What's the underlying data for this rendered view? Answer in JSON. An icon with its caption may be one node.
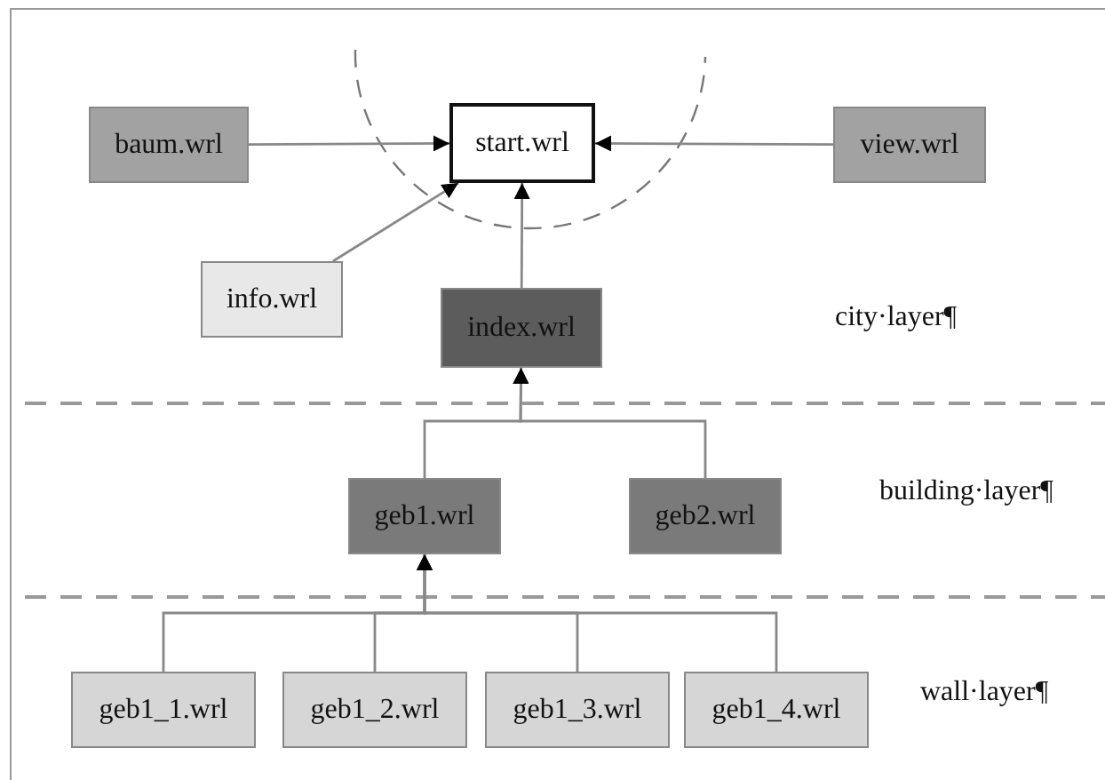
{
  "diagram": {
    "nodes": [
      {
        "text": [
          "baum.wrl"
        ]
      },
      {
        "text": [
          "start.wrl"
        ]
      },
      {
        "text": [
          "view.wrl"
        ]
      },
      {
        "text": [
          "info.wrl"
        ]
      },
      {
        "text": [
          "index.wrl"
        ]
      },
      {
        "text": [
          "geb1.wrl"
        ]
      },
      {
        "text": [
          "geb2.wrl"
        ]
      },
      {
        "text": [
          "geb1_1.wrl"
        ]
      },
      {
        "text": [
          "geb1_2.wrl"
        ]
      },
      {
        "text": [
          "geb1_3.wrl"
        ]
      },
      {
        "text": [
          "geb1_4.wrl"
        ]
      }
    ],
    "edges": [
      {
        "from": 0,
        "to": 1,
        "arrow": "to"
      },
      {
        "from": 2,
        "to": 1,
        "arrow": "to"
      },
      {
        "from": 3,
        "to": 1,
        "arrow": "to"
      },
      {
        "from": 4,
        "to": 1,
        "arrow": "to"
      },
      {
        "from": 5,
        "to": 4,
        "arrow": "to"
      },
      {
        "from": 6,
        "to": 4,
        "arrow": "to"
      },
      {
        "from": 7,
        "to": 5,
        "arrow": "to"
      },
      {
        "from": 8,
        "to": 5,
        "arrow": "to"
      },
      {
        "from": 9,
        "to": 5,
        "arrow": "to"
      },
      {
        "from": 10,
        "to": 5,
        "arrow": "to"
      }
    ],
    "labels": [
      "city·layer¶",
      "building·layer¶",
      "wall·layer¶"
    ]
  }
}
